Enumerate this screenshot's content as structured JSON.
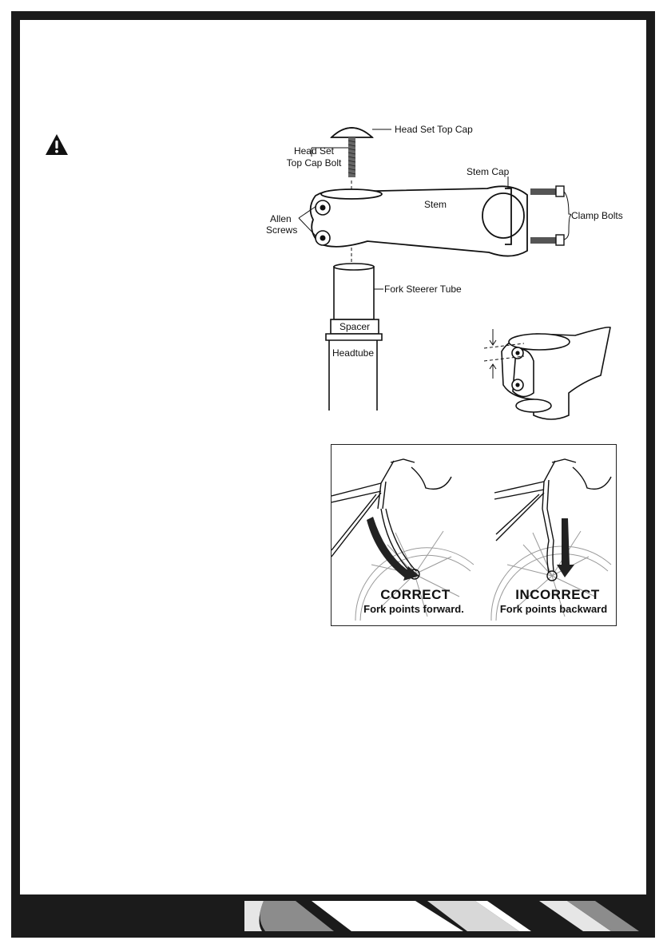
{
  "diagram_labels": {
    "head_set_top_cap": "Head Set Top Cap",
    "head_set_top_cap_bolt_line1": "Head Set",
    "head_set_top_cap_bolt_line2": "Top Cap Bolt",
    "stem_cap": "Stem Cap",
    "stem": "Stem",
    "allen_screws_line1": "Allen",
    "allen_screws_line2": "Screws",
    "clamp_bolts": "Clamp Bolts",
    "fork_steerer_tube": "Fork Steerer Tube",
    "spacer": "Spacer",
    "headtube": "Headtube"
  },
  "fork_orientation": {
    "correct_title": "CORRECT",
    "correct_caption": "Fork points forward.",
    "incorrect_title": "INCORRECT",
    "incorrect_caption": "Fork points backward"
  },
  "colors": {
    "ink": "#111111",
    "frame": "#1b1b1b",
    "stripe_light": "#e6e6e6",
    "stripe_mid": "#8c8c8c",
    "wheel_gray": "#9a9a9a"
  },
  "icons": [
    "warning-icon"
  ]
}
